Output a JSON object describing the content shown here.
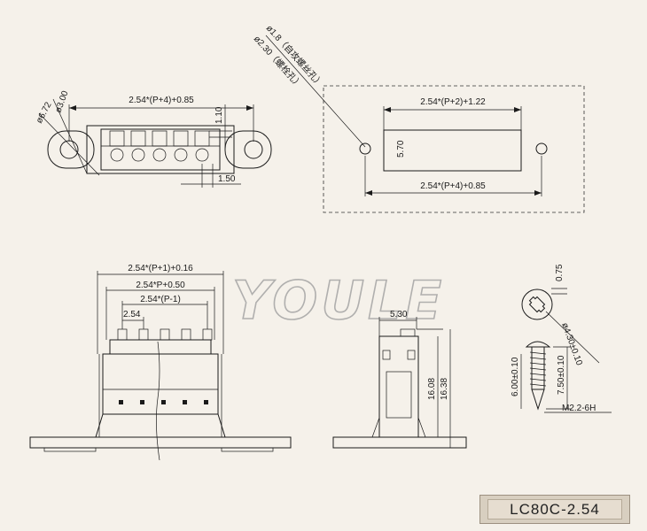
{
  "watermark": "YOULE",
  "part_number": "LC80C-2.54",
  "top_view": {
    "dim_total": "2.54*(P+4)+0.85",
    "dim_hole_small": "ø3.00",
    "dim_hole_large": "ø6.72",
    "dim_pitch_top": "1.10",
    "dim_pitch_bottom": "1.50"
  },
  "panel_cutout": {
    "callout_line1": "ø1.8（自攻螺丝孔）",
    "callout_line2": "ø2.30（螺栓孔）",
    "dim_window_width": "2.54*(P+2)+1.22",
    "dim_window_height": "5.70",
    "dim_hole_spacing": "2.54*(P+4)+0.85"
  },
  "front_view": {
    "dim_width_1": "2.54*(P+1)+0.16",
    "dim_width_2": "2.54*P+0.50",
    "dim_width_3": "2.54*(P-1)",
    "dim_pitch": "2.54"
  },
  "side_view": {
    "dim_depth": "5.30",
    "dim_height_1": "16.08",
    "dim_height_2": "16.38"
  },
  "screw": {
    "dim_head_slot": "0.75",
    "dim_head_dia": "ø4.30±0.10",
    "dim_shank_dia": "6.00±0.10",
    "dim_length": "7.50±0.10",
    "thread_spec": "M2.2-6H"
  }
}
